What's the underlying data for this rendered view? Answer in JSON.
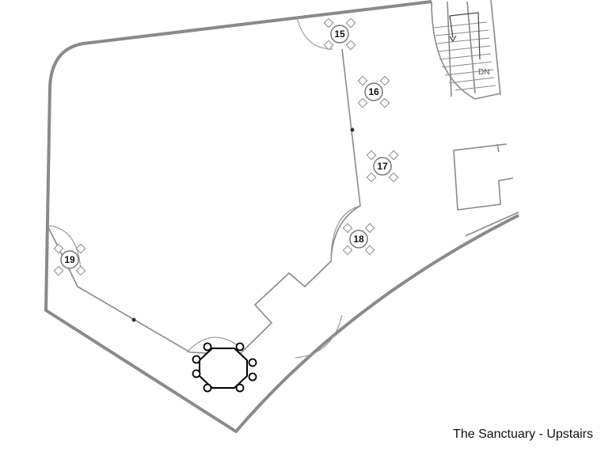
{
  "plan": {
    "caption": "The Sanctuary - Upstairs",
    "stairs_label": "DN",
    "tables": [
      {
        "id": "15",
        "label": "15"
      },
      {
        "id": "16",
        "label": "16"
      },
      {
        "id": "17",
        "label": "17"
      },
      {
        "id": "18",
        "label": "18"
      },
      {
        "id": "19",
        "label": "19"
      }
    ],
    "colors": {
      "wall": "#8a8a8a",
      "table": "#000000"
    }
  }
}
